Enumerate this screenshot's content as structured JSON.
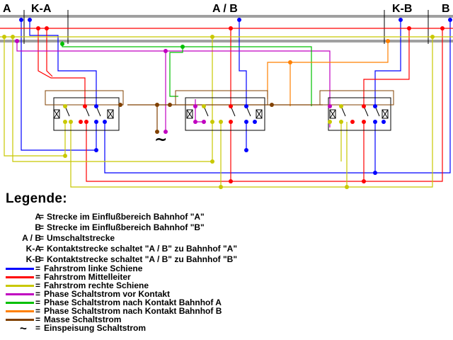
{
  "tracks": {
    "a": "A",
    "ka": "K-A",
    "ab": "A / B",
    "kb": "K-B",
    "b": "B"
  },
  "feed_symbol": "~",
  "legend": {
    "title": "Legende:",
    "entries": [
      {
        "key": "A",
        "sep": "=",
        "text": "Strecke im Einflußbereich Bahnhof \"A\""
      },
      {
        "key": "B",
        "sep": "=",
        "text": "Strecke im Einflußbereich Bahnhof \"B\""
      },
      {
        "key": "A / B",
        "sep": "=",
        "text": "Umschaltstrecke"
      },
      {
        "key": "K-A",
        "sep": "=",
        "text": "Kontaktstrecke schaltet \"A / B\" zu Bahnhof \"A\""
      },
      {
        "key": "K-B",
        "sep": "=",
        "text": "Kontaktstrecke schaltet \"A / B\" zu Bahnhof \"B\""
      },
      {
        "color": "#0000ff",
        "sep": "=",
        "text": "Fahrstrom linke Schiene"
      },
      {
        "color": "#ff0000",
        "sep": "=",
        "text": "Fahrstrom Mittelleiter"
      },
      {
        "color": "#c8c800",
        "sep": "=",
        "text": "Fahrstrom rechte Schiene"
      },
      {
        "color": "#c000c0",
        "sep": "=",
        "text": "Phase Schaltstrom vor Kontakt"
      },
      {
        "color": "#00c000",
        "sep": "=",
        "text": "Phase Schaltstrom nach Kontakt Bahnhof A"
      },
      {
        "color": "#ff8000",
        "sep": "=",
        "text": "Phase Schaltstrom nach Kontakt Bahnhof B"
      },
      {
        "color": "#804000",
        "sep": "=",
        "text": "Masse Schaltstrom"
      },
      {
        "symbol": "~",
        "sep": "=",
        "text": "Einspeisung Schaltstrom"
      }
    ]
  },
  "wire_colors": {
    "blue": "#0000ff",
    "red": "#ff0000",
    "yellow": "#c8c800",
    "magenta": "#c000c0",
    "green": "#00c000",
    "orange": "#ff8000",
    "brown": "#804000",
    "rail": "#a0a0a0"
  }
}
